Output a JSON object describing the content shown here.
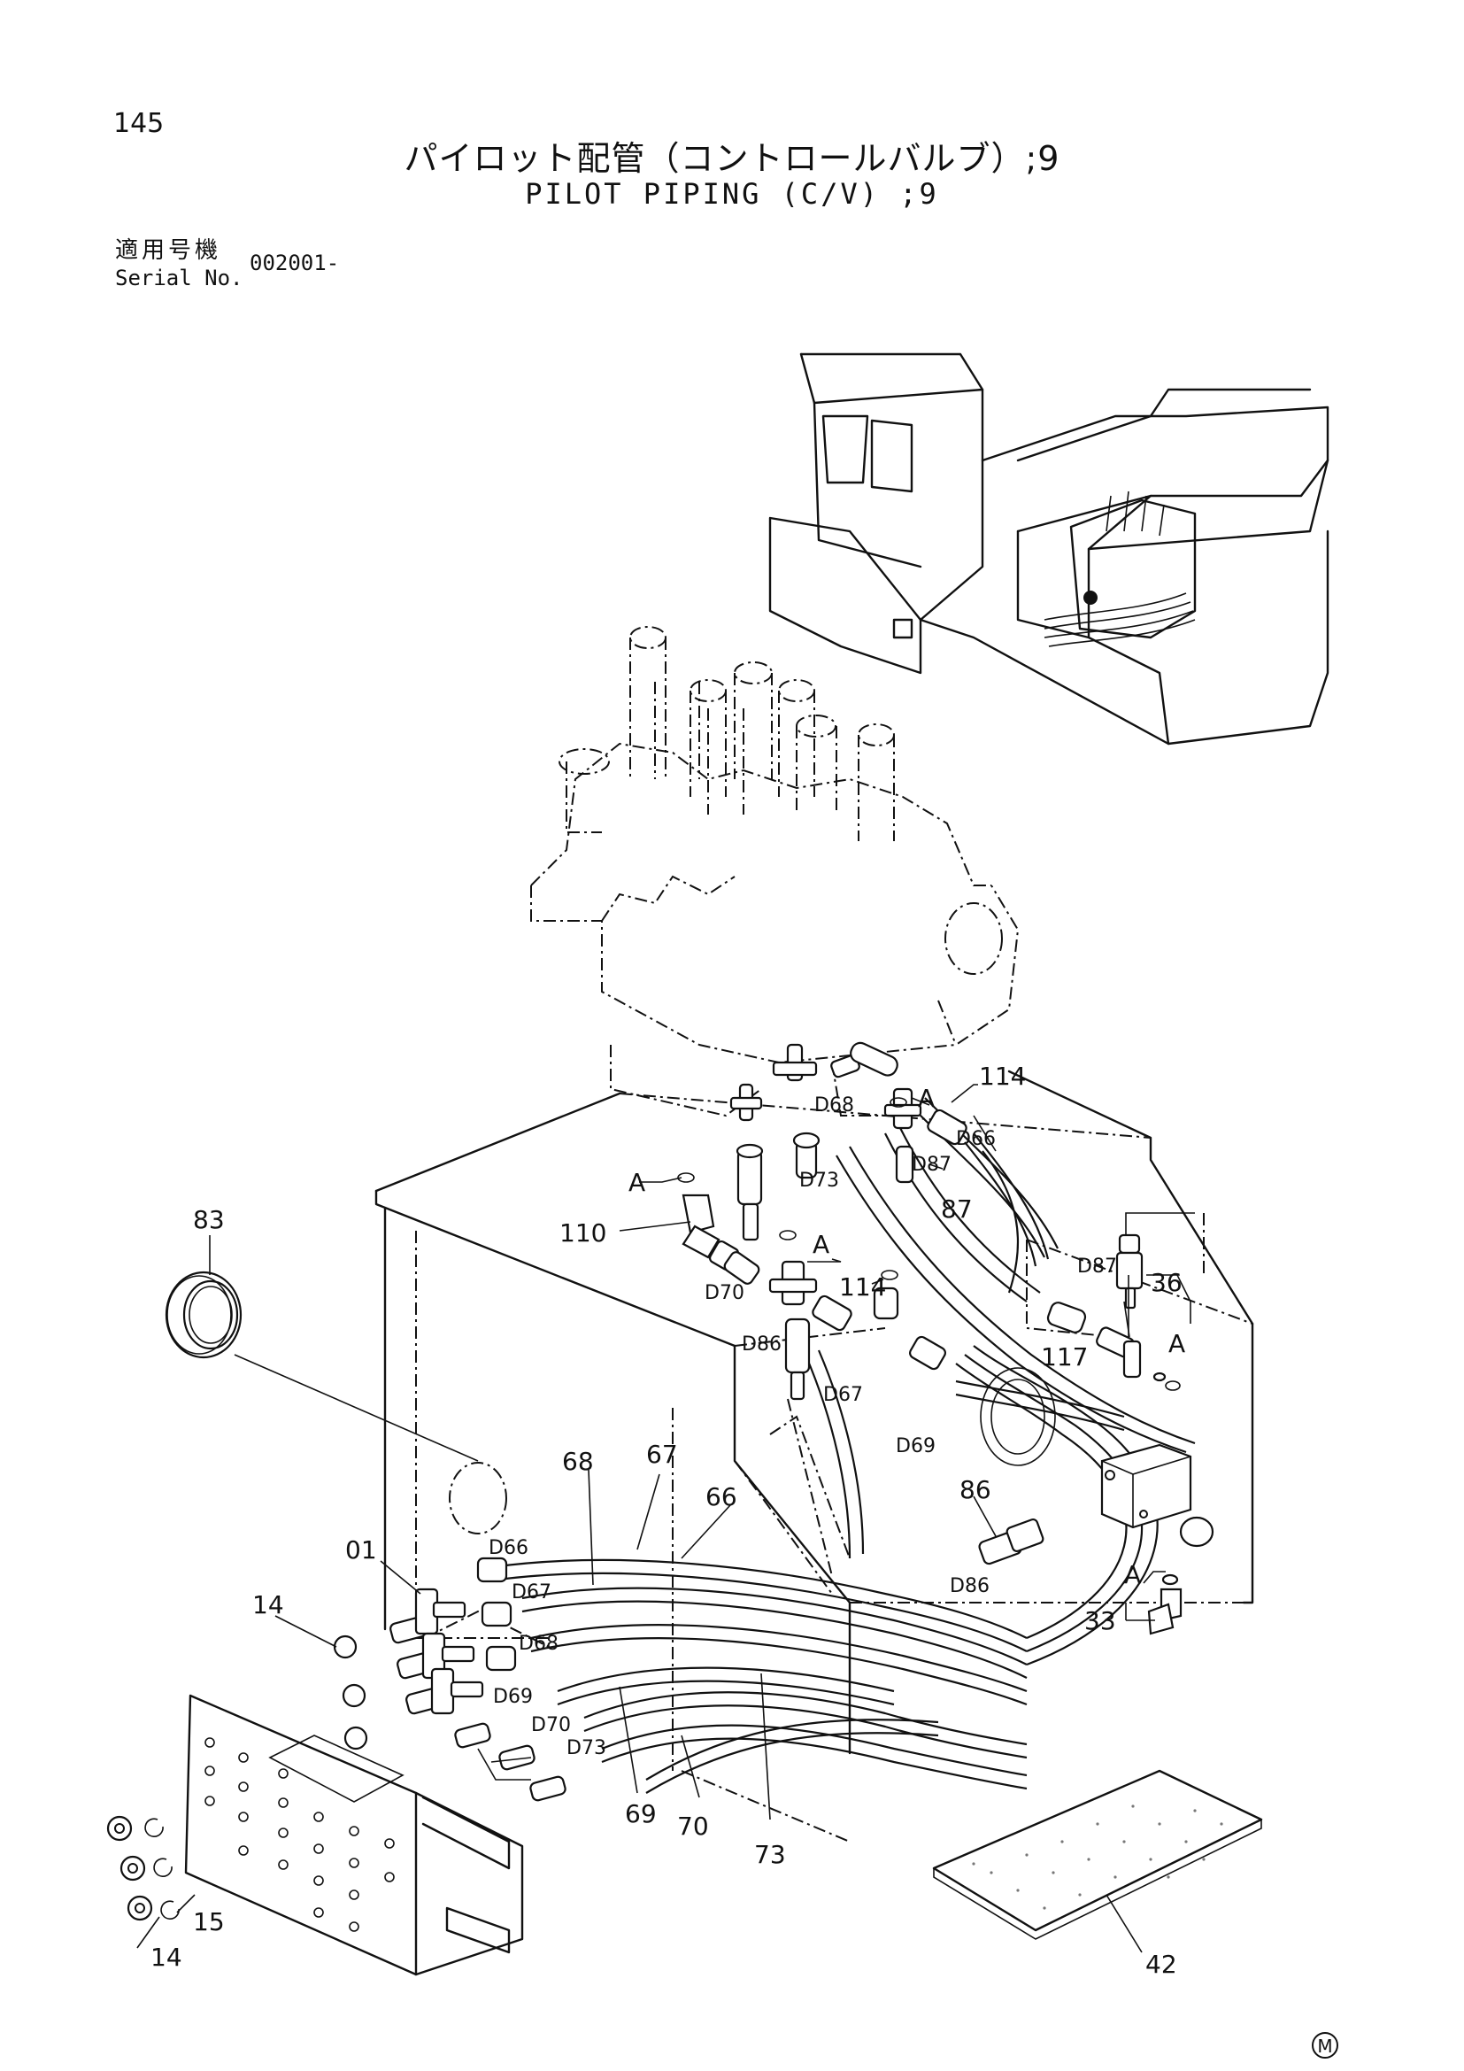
{
  "header": {
    "page_number": "145",
    "title_jp": "パイロット配管（コントロールバルブ）;9",
    "title_en": "PILOT PIPING (C/V) ;9",
    "serial_label_jp": "適用号機",
    "serial_label_en": "Serial No.",
    "serial_value": "002001-"
  },
  "callouts": {
    "c145": "83",
    "c110": "110",
    "c114a": "114",
    "c114b": "114",
    "c87": "87",
    "c36": "36",
    "c117": "117",
    "c86": "86",
    "c33": "33",
    "c68": "68",
    "c67": "67",
    "c66": "66",
    "c01": "01",
    "c14a": "14",
    "c14b": "14",
    "c15": "15",
    "c69": "69",
    "c70": "70",
    "c73": "73",
    "c42": "42",
    "aA1": "A",
    "aA2": "A",
    "aA3": "A",
    "aA4": "A",
    "aA5": "A",
    "dD68": "D68",
    "dD66": "D66",
    "dD73": "D73",
    "dD87": "D87",
    "dD70": "D70",
    "dD86": "D86",
    "dD67": "D67",
    "dD69": "D69",
    "dD87b": "D87",
    "dD86b": "D86",
    "lD66": "D66",
    "lD67": "D67",
    "lD68": "D68",
    "lD69": "D69",
    "lD70": "D70",
    "lD73": "D73"
  },
  "mark": "M"
}
